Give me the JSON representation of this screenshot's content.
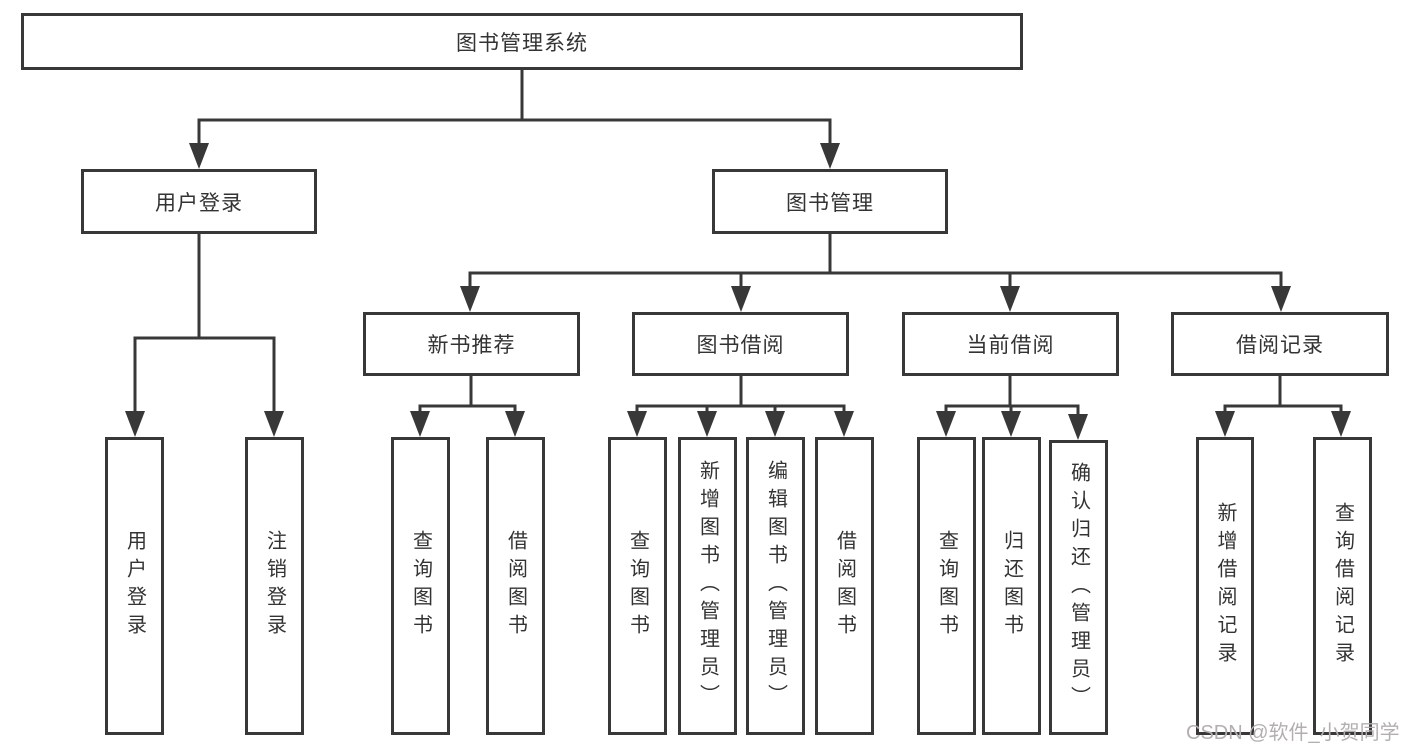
{
  "colors": {
    "line": "#383838",
    "box_border": "#383838",
    "text": "#333333",
    "background": "#ffffff",
    "watermark_text": "#b3afaf"
  },
  "watermark": "CSDN @软件_小贺同学",
  "tree": {
    "root": {
      "label": "图书管理系统",
      "children": [
        {
          "label": "用户登录",
          "children": [
            {
              "label": "用户登录"
            },
            {
              "label": "注销登录"
            }
          ]
        },
        {
          "label": "图书管理",
          "children": [
            {
              "label": "新书推荐",
              "children": [
                {
                  "label": "查询图书"
                },
                {
                  "label": "借阅图书"
                }
              ]
            },
            {
              "label": "图书借阅",
              "children": [
                {
                  "label": "查询图书"
                },
                {
                  "label": "新增图书（管理员）"
                },
                {
                  "label": "编辑图书（管理员）"
                },
                {
                  "label": "借阅图书"
                }
              ]
            },
            {
              "label": "当前借阅",
              "children": [
                {
                  "label": "查询图书"
                },
                {
                  "label": "归还图书"
                },
                {
                  "label": "确认归还（管理员）"
                }
              ]
            },
            {
              "label": "借阅记录",
              "children": [
                {
                  "label": "新增借阅记录"
                },
                {
                  "label": "查询借阅记录"
                }
              ]
            }
          ]
        }
      ]
    }
  }
}
